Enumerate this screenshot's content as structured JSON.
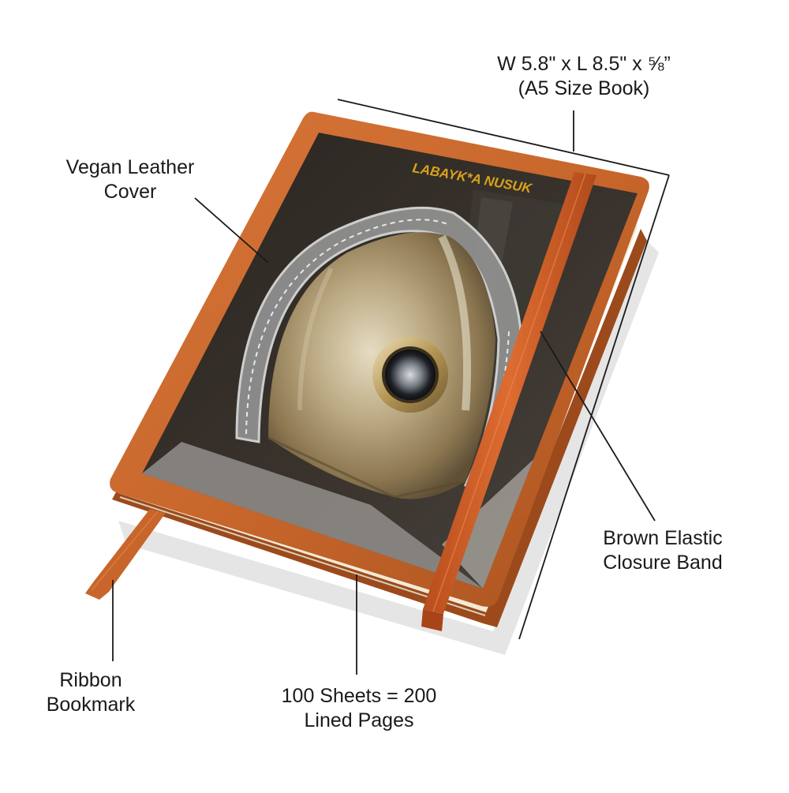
{
  "labels": {
    "dimensions": {
      "line1": "W 5.8\" x L 8.5\" x ⅝”",
      "line2": "(A5 Size Book)"
    },
    "cover": {
      "line1": "Vegan Leather",
      "line2": "Cover"
    },
    "band": {
      "line1": "Brown Elastic",
      "line2": "Closure Band"
    },
    "ribbon": {
      "line1": "Ribbon",
      "line2": "Bookmark"
    },
    "pages": {
      "line1": "100 Sheets = 200",
      "line2": "Lined Pages"
    }
  },
  "cover_print": {
    "title": "LABAYK*A NUSUK"
  },
  "colors": {
    "leather": "#c8672c",
    "leather_dark": "#9c4a1c",
    "elastic": "#d2622a",
    "pages": "#f3ead6",
    "title": "#d8a21c",
    "callout_line": "#1a1a1a"
  }
}
